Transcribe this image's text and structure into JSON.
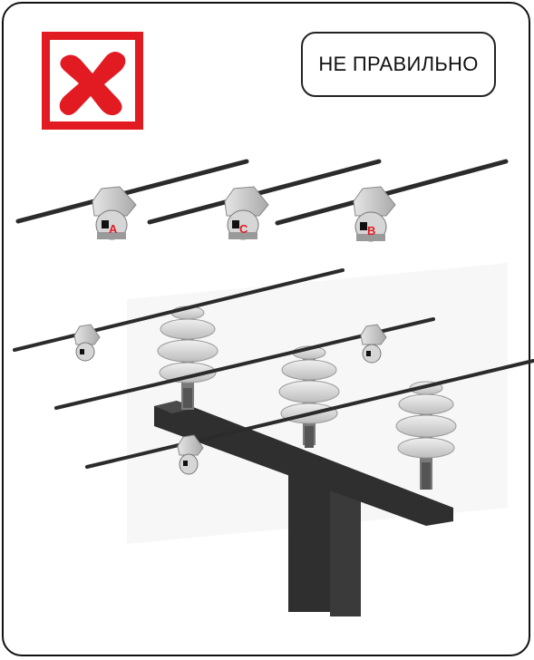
{
  "badge": {
    "icon": "wrong-x-icon",
    "color": "#e21b22"
  },
  "label": {
    "text": "НЕ ПРАВИЛЬНО"
  },
  "phases": {
    "a": "A",
    "c": "C",
    "b": "B"
  },
  "colors": {
    "wire": "#2b2b2b",
    "pole": "#2f2f2f",
    "insulator": "#cfcfcf",
    "phase_letter": "#e21b22"
  }
}
